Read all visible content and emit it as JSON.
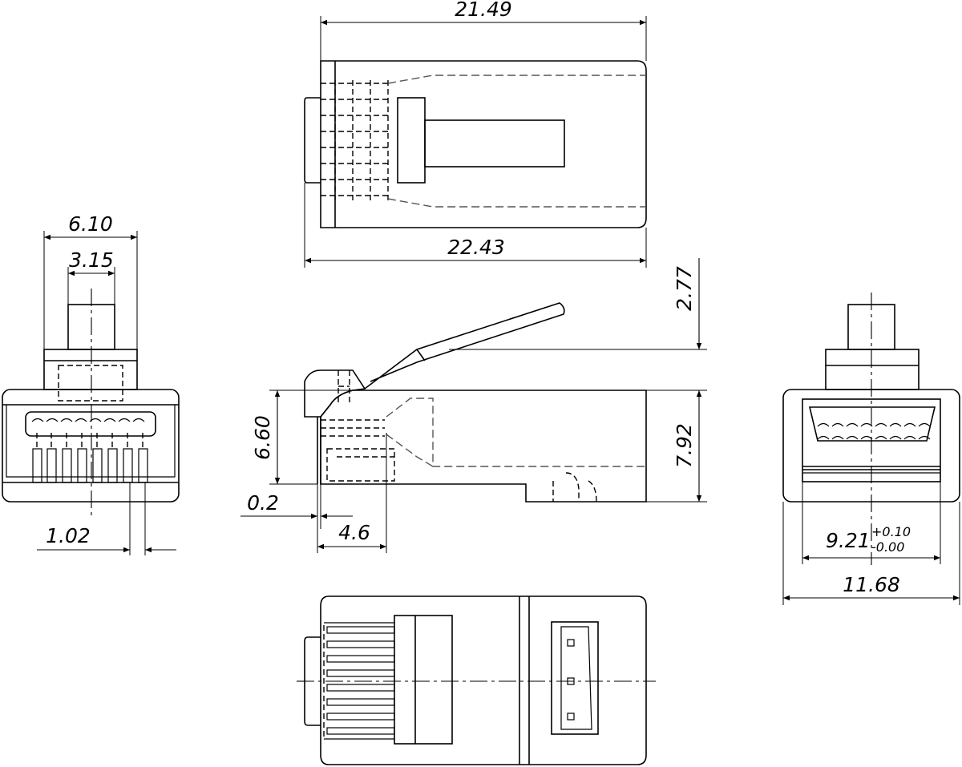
{
  "dimensions": {
    "top_width": "21.49",
    "top_overall": "22.43",
    "left_width": "6.10",
    "left_latch": "3.15",
    "left_pitch": "1.02",
    "side_latch_height": "2.77",
    "side_height_front": "6.60",
    "side_height": "7.92",
    "side_offset": "0.2",
    "side_depth": "4.6",
    "right_inner": "9.21",
    "right_tol_plus": "+0.10",
    "right_tol_minus": "-0.00",
    "right_width": "11.68"
  }
}
